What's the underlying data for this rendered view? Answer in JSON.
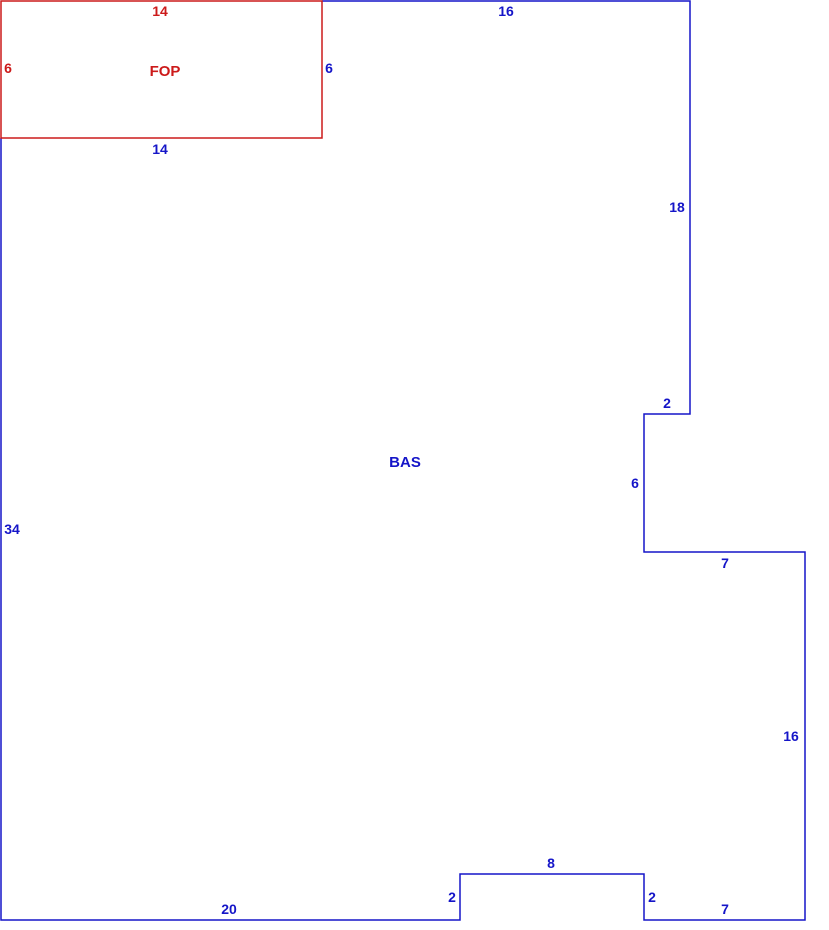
{
  "colors": {
    "main": "#1515c8",
    "porch": "#cc1a1a"
  },
  "areas": {
    "main": {
      "code": "BAS"
    },
    "porch": {
      "code": "FOP"
    }
  },
  "main_dimensions": {
    "top": "16",
    "right_upper": "18",
    "notch_top": "2",
    "notch_side": "6",
    "right_step_top": "7",
    "right_lower": "16",
    "bottom_right": "7",
    "bump_right": "2",
    "bump_top": "8",
    "bump_left": "2",
    "bottom_left": "20",
    "left": "34",
    "porch_bottom": "14"
  },
  "porch_dimensions": {
    "top": "14",
    "left": "6",
    "right": "6"
  }
}
